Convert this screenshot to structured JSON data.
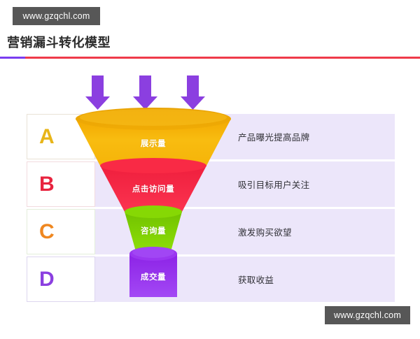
{
  "watermark": {
    "top_text": "www.gzqchl.com",
    "bottom_text": "www.gzqchl.com"
  },
  "header": {
    "title": "营销漏斗转化模型",
    "divider_accent_color": "#7a3df0",
    "divider_main_color": "#ef3b4a"
  },
  "funnel": {
    "arrows": [
      {
        "name": "inflow-arrow-1",
        "color": "#8b3fe0"
      },
      {
        "name": "inflow-arrow-2",
        "color": "#8b3fe0"
      },
      {
        "name": "inflow-arrow-3",
        "color": "#8b3fe0"
      }
    ],
    "stages": [
      {
        "letter": "A",
        "letter_color": "#e8b519",
        "stage_label": "展示量",
        "description": "产品曝光提高品牌",
        "fill": "#f5b409",
        "border_color": "#e9e2d6"
      },
      {
        "letter": "B",
        "letter_color": "#e8243f",
        "stage_label": "点击访问量",
        "description": "吸引目标用户关注",
        "fill": "#f92a45",
        "border_color": "#f2dbdf"
      },
      {
        "letter": "C",
        "letter_color": "#ef8720",
        "stage_label": "咨询量",
        "description": "激发购买欲望",
        "fill": "#86d804",
        "border_color": "#e4eedb"
      },
      {
        "letter": "D",
        "letter_color": "#8b3fe0",
        "stage_label": "成交量",
        "description": "获取收益",
        "fill": "#9a36f0",
        "border_color": "#ddd6ef"
      }
    ]
  }
}
